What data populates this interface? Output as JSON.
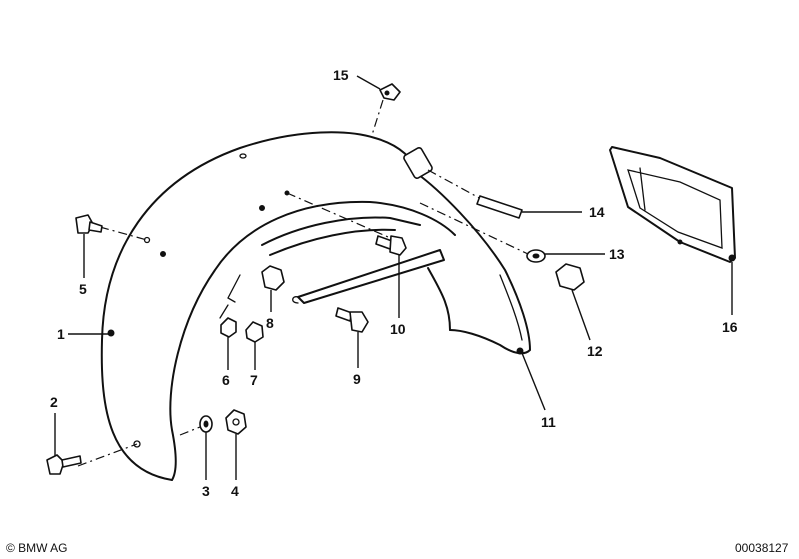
{
  "diagram": {
    "callouts": [
      {
        "id": "c1",
        "label": "1"
      },
      {
        "id": "c2",
        "label": "2"
      },
      {
        "id": "c3",
        "label": "3"
      },
      {
        "id": "c4",
        "label": "4"
      },
      {
        "id": "c5",
        "label": "5"
      },
      {
        "id": "c6",
        "label": "6"
      },
      {
        "id": "c7",
        "label": "7"
      },
      {
        "id": "c8",
        "label": "8"
      },
      {
        "id": "c9",
        "label": "9"
      },
      {
        "id": "c10",
        "label": "10"
      },
      {
        "id": "c11",
        "label": "11"
      },
      {
        "id": "c12",
        "label": "12"
      },
      {
        "id": "c13",
        "label": "13"
      },
      {
        "id": "c14",
        "label": "14"
      },
      {
        "id": "c15",
        "label": "15"
      },
      {
        "id": "c16",
        "label": "16"
      }
    ]
  },
  "footer": {
    "copyright": "© BMW AG",
    "drawing_number": "00038127"
  },
  "colors": {
    "ink": "#111111",
    "background": "#ffffff"
  }
}
